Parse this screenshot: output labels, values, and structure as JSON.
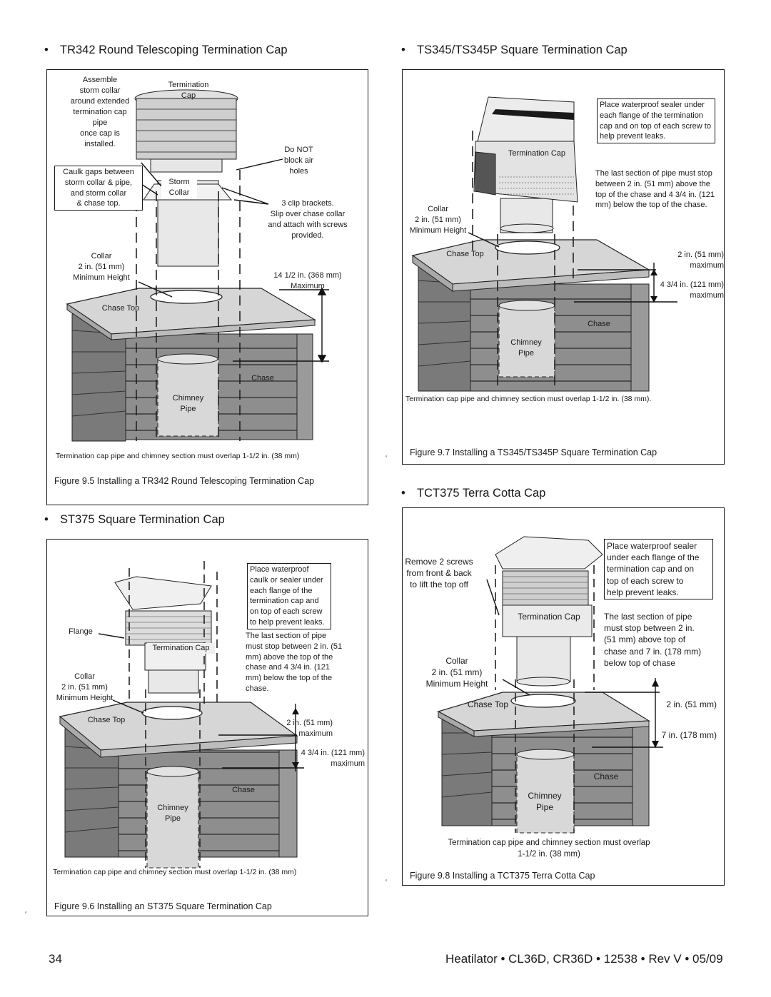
{
  "sections": {
    "tr342": {
      "heading": "TR342 Round Telescoping Termination Cap"
    },
    "ts345": {
      "heading": "TS345/TS345P Square Termination Cap"
    },
    "st375": {
      "heading": "ST375 Square Termination Cap"
    },
    "tct375": {
      "heading": "TCT375 Terra Cotta Cap"
    }
  },
  "fig95": {
    "assemble": "Assemble\nstorm collar\naround extended\ntermination cap\npipe\nonce cap is\ninstalled.",
    "termination_cap": "Termination\nCap",
    "do_not_block": "Do NOT\nblock air\nholes",
    "caulk": "Caulk gaps between\nstorm collar & pipe,\nand storm collar\n& chase top.",
    "storm_collar": "Storm\nCollar",
    "clip_brackets": "3 clip brackets.\nSlip over chase collar\nand attach with screws\nprovided.",
    "collar": "Collar\n2 in. (51 mm)\nMinimum Height",
    "max_height": "14 1/2 in. (368 mm)\nMaximum",
    "chase_top": "Chase Top",
    "chase": "Chase",
    "chimney_pipe": "Chimney\nPipe",
    "overlap": "Termination cap pipe and chimney section must overlap 1-1/2 in. (38 mm)",
    "caption": "Figure 9.5     Installing a TR342 Round Telescoping Termination Cap"
  },
  "fig97": {
    "sealer_note": "Place waterproof sealer under each flange of the termination cap and on top of each screw to help prevent leaks.",
    "termination_cap": "Termination Cap",
    "last_section": "The last section of pipe must stop between 2 in. (51 mm) above the top of the chase and 4 3/4 in. (121 mm) below the top of the chase.",
    "collar": "Collar\n2 in. (51 mm)\nMinimum Height",
    "chase_top": "Chase Top",
    "dim_2in": "2 in. (51 mm)\nmaximum",
    "dim_4in": "4 3/4 in. (121 mm)\nmaximum",
    "chase": "Chase",
    "chimney_pipe": "Chimney\nPipe",
    "overlap": "Termination cap pipe and chimney section must overlap 1-1/2 in. (38 mm).",
    "caption": "Figure 9.7     Installing a TS345/TS345P Square Termination Cap"
  },
  "fig96": {
    "sealer_note": "Place waterproof\ncaulk or sealer under\neach flange of the\ntermination cap and\non top of each screw\nto help prevent leaks.",
    "last_section": "The last section of pipe\nmust stop between 2 in. (51\nmm) above the top of the\nchase and 4 3/4 in. (121\nmm) below the top of the\nchase.",
    "flange": "Flange",
    "termination_cap": "Termination Cap",
    "collar": "Collar\n2 in. (51 mm)\nMinimum Height",
    "chase_top": "Chase Top",
    "dim_2in": "2 in. (51 mm)\nmaximum",
    "dim_4in": "4 3/4 in. (121 mm)\nmaximum",
    "chase": "Chase",
    "chimney_pipe": "Chimney\nPipe",
    "overlap": "Termination cap pipe and chimney section  must overlap 1-1/2 in. (38 mm)",
    "caption": "Figure 9.6     Installing an ST375 Square Termination Cap"
  },
  "fig98": {
    "sealer_note": "Place waterproof sealer\nunder each flange of the\ntermination cap and on\ntop of each screw to\nhelp prevent leaks.",
    "remove_screws": "Remove 2 screws\nfrom front & back\nto lift the top off",
    "termination_cap": "Termination Cap",
    "last_section": "The last section of pipe\nmust stop between 2 in.\n(51 mm) above top of\nchase and 7 in. (178 mm)\nbelow top of chase",
    "collar": "Collar\n2 in. (51 mm)\nMinimum Height",
    "chase_top": "Chase Top",
    "dim_2in": "2 in. (51 mm)",
    "dim_7in": "7 in. (178 mm)",
    "chase": "Chase",
    "chimney_pipe": "Chimney\nPipe",
    "overlap": "Termination cap pipe and chimney section must overlap\n1-1/2 in. (38 mm)",
    "caption": "Figure 9.8     Installing a TCT375 Terra Cotta Cap"
  },
  "footer": {
    "page_number": "34",
    "doc_info": "Heatilator • CL36D, CR36D • 12538 • Rev V • 05/09"
  }
}
